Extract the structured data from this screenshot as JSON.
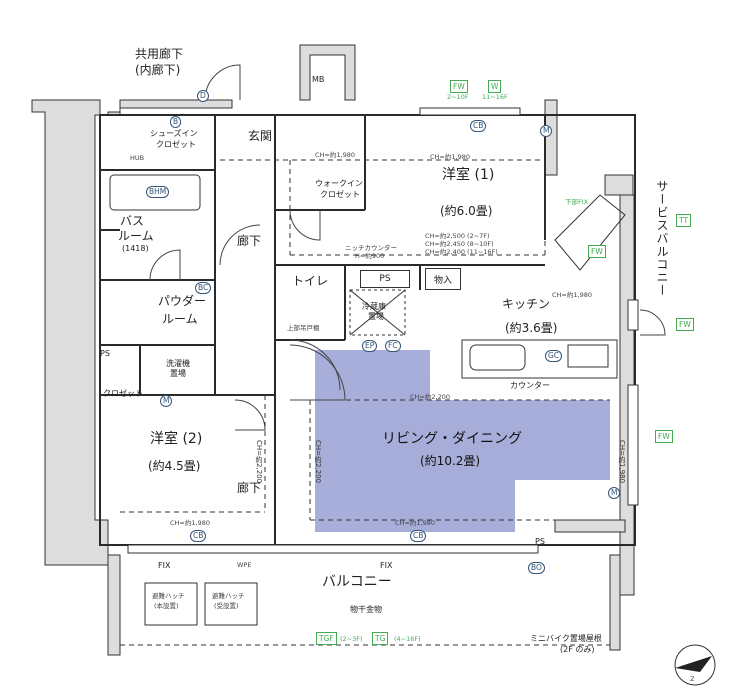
{
  "rooms": {
    "corridor_shared": {
      "line1": "共用廊下",
      "line2": "(内廊下)"
    },
    "mb": "MB",
    "entrance": "玄関",
    "shoes_closet": {
      "line1": "シューズイン",
      "line2": "クロゼット"
    },
    "western1": {
      "name": "洋室 (1)",
      "size": "(約6.0畳)"
    },
    "walkin": {
      "line1": "ウォークイン",
      "line2": "クロゼット"
    },
    "bath": {
      "line1": "バス",
      "line2": "ルーム",
      "line3": "(1418)"
    },
    "hallway1": "廊下",
    "hallway2": "廊下",
    "toilet": "トイレ",
    "powder": {
      "line1": "パウダー",
      "line2": "ルーム"
    },
    "kitchen": {
      "name": "キッチン",
      "size": "(約3.6畳)"
    },
    "ldk": {
      "name": "リビング・ダイニング",
      "size": "(約10.2畳)"
    },
    "western2": {
      "name": "洋室 (2)",
      "size": "(約4.5畳)"
    },
    "closet": "クロゼット",
    "laundry": {
      "line1": "洗濯機",
      "line2": "置場"
    },
    "balcony": "バルコニー",
    "service_balcony": "サービスバルコニー",
    "storage": "物入",
    "fridge": {
      "line1": "冷蔵庫",
      "line2": "置場"
    },
    "counter": "カウンター",
    "monohoshi": "物干金物",
    "niche": {
      "line1": "ニッチカウンター",
      "line2": "H=約900"
    },
    "hatch1": {
      "line1": "避難ハッチ",
      "line2": "(本設置)"
    },
    "hatch2": {
      "line1": "避難ハッチ",
      "line2": "(受設置)"
    },
    "minibike": {
      "line1": "ミニバイク置場屋根",
      "line2": "(2F のみ)"
    },
    "upper_storage": "上部吊戸棚"
  },
  "symbols": {
    "ps": "PS",
    "ps2": "PS",
    "ps3": "PS",
    "bhm": "BHM",
    "bc": "BC",
    "gc": "GC",
    "fc": "FC",
    "fw": "FW",
    "fw2": "FW",
    "fw3": "FW",
    "tt": "TT",
    "tgf": "TGF",
    "tg": "TG",
    "bo": "BO",
    "cb": "CB",
    "cb2": "CB",
    "cb3": "CB",
    "w": "W",
    "fix": "FIX",
    "fix2": "FIX",
    "wpe": "WPE",
    "hub": "HUB",
    "m": "M",
    "m2": "M",
    "m3": "M",
    "b": "B",
    "d": "D",
    "z": "Z",
    "ep": "EP"
  },
  "notes": {
    "ch_w1": "CH=約1,980",
    "ch_wic": "CH=約1,980",
    "ch_w1b": "CH=約2,500 (2~7F)",
    "ch_w1c": "CH=約2,450 (8~10F)",
    "ch_w1d": "CH=約2,400 (11~16F)",
    "ch_kitchen": "CH=約1,980",
    "ch_ldk": "CH=約2,200",
    "ch_ldk_v": "CH=約2,200",
    "ch_ldk_b": "CH=約1,980",
    "ch_w2": "CH=約1,980",
    "ch_w2_v": "CH=約2,200",
    "ch_right_v": "CH=約1,980",
    "fw_floor": "2~10F",
    "w_floor": "11~16F",
    "tgf_floor": "(2~3F)",
    "tg_floor": "(4~16F)",
    "fix_small": "下部FIX"
  },
  "colors": {
    "lines": "#2a2a2a",
    "ldk_highlight": "#8f97cf",
    "symbol_green": "#44aa55"
  }
}
